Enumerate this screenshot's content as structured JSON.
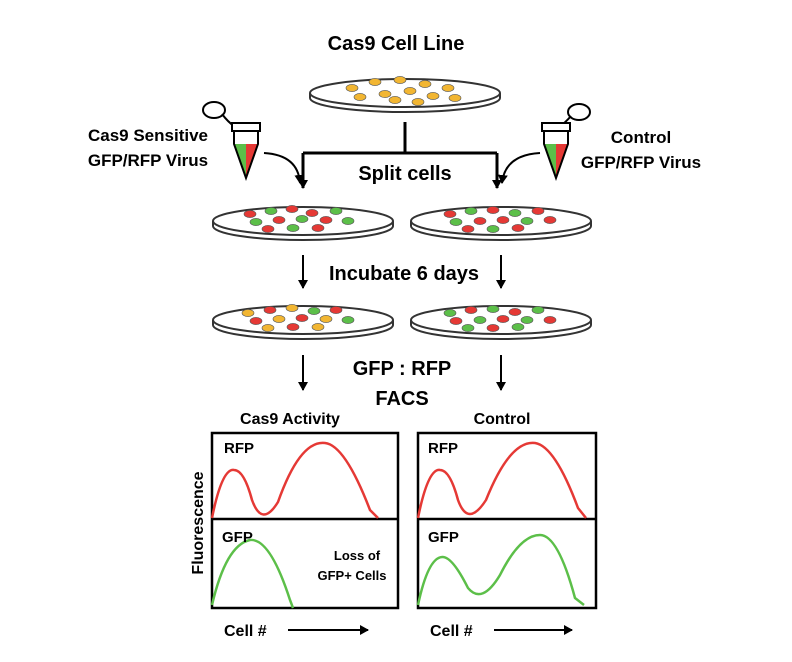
{
  "title": "Cas9 Cell Line",
  "left_virus": {
    "line1": "Cas9 Sensitive",
    "line2": "GFP/RFP Virus"
  },
  "right_virus": {
    "line1": "Control",
    "line2": "GFP/RFP Virus"
  },
  "split_label": "Split cells",
  "incubate_label": "Incubate 6 days",
  "ratio_label": "GFP : RFP",
  "facs_label": "FACS",
  "left_panel": {
    "title": "Cas9 Activity",
    "rfp": "RFP",
    "gfp": "GFP",
    "note_line1": "Loss of",
    "note_line2": "GFP+ Cells"
  },
  "right_panel": {
    "title": "Control",
    "rfp": "RFP",
    "gfp": "GFP"
  },
  "y_axis_label": "Fluorescence",
  "x_axis_label": "Cell #",
  "colors": {
    "red": "#e53935",
    "green": "#5cbf49",
    "yellow": "#f2b632",
    "navy": "#1c2a5e",
    "dish_line": "#333333"
  }
}
